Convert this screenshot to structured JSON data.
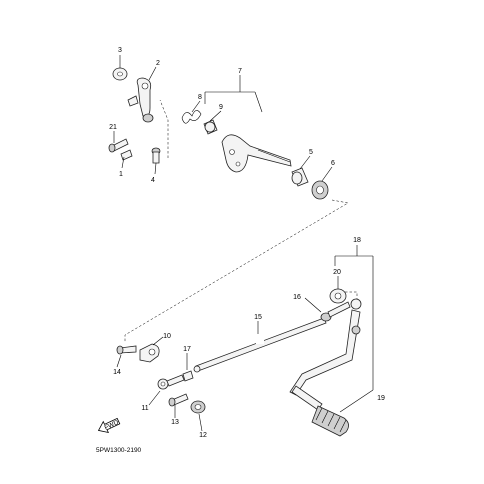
{
  "diagram_code": "5PW1300-2190",
  "front_badge": "FWD",
  "callouts": {
    "c1": "1",
    "c2": "2",
    "c3": "3",
    "c4": "4",
    "c5": "5",
    "c6": "6",
    "c7": "7",
    "c8": "8",
    "c9": "9",
    "c10": "10",
    "c11": "11",
    "c12": "12",
    "c13": "13",
    "c14": "14",
    "c15": "15",
    "c16": "16",
    "c17": "17",
    "c18": "18",
    "c19": "19",
    "c20": "20",
    "c21": "21"
  }
}
